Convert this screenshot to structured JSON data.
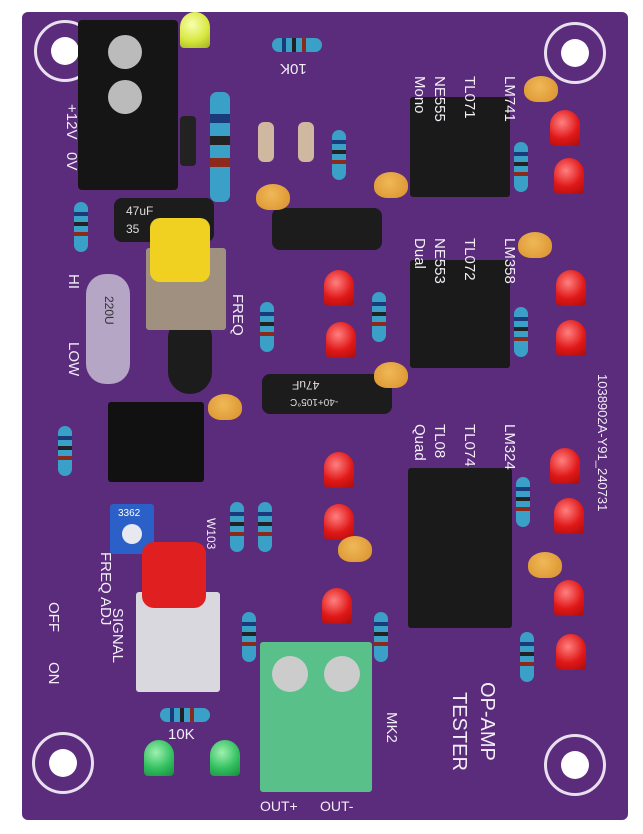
{
  "board": {
    "power_label": "+12V",
    "ground_label": "0V",
    "resistor_top_label": "10K",
    "cap_47uf_label": "47uF",
    "cap_35_label": "35",
    "hi_label": "HI",
    "low_label": "LOW",
    "freq_label": "FREQ",
    "cap_220u_label": "220U",
    "socket1": {
      "line1": "LM741",
      "line2": "TL071",
      "line3": "NE555",
      "line4": "Mono"
    },
    "socket2": {
      "line1": "LM358",
      "line2": "TL072",
      "line3": "NE553",
      "line4": "Dual"
    },
    "socket3": {
      "line1": "LM324",
      "line2": "TL074",
      "line3": "TL08",
      "line4": "Quad"
    },
    "cap_47uf_mid_label": "47uF",
    "cap_mid_rating": "-40+105°C",
    "serial": "1038902A-Y91_240731",
    "trimmer_label": "3362",
    "trimmer_code": "W103",
    "freq_adj_label": "FREQ ADJ",
    "signal_label": "SIGNAL",
    "off_label": "OFF",
    "on_label": "ON",
    "resistor_bottom_label": "10K",
    "mk2_label": "MK2",
    "title_line1": "OP-AMP",
    "title_line2": "TESTER",
    "out_plus_label": "OUT+",
    "out_minus_label": "OUT-"
  },
  "colors": {
    "pcb": "#5b2b7c",
    "silkscreen": "#f2eef6",
    "terminal": "#58c088"
  }
}
